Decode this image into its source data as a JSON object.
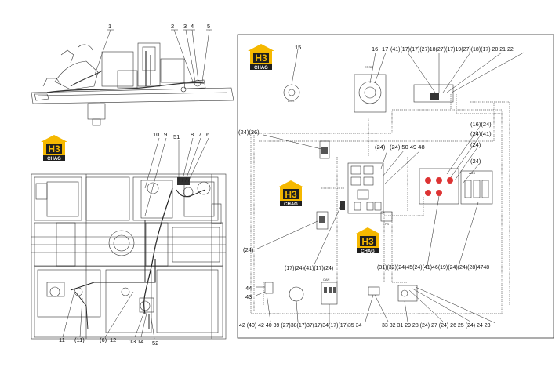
{
  "logo": {
    "letters": "H3",
    "text": "CHAG",
    "roof_color": "#f5b800",
    "bg_color": "#1f1f1f"
  },
  "left_top_labels": [
    "1",
    "2",
    "3",
    "4",
    "5"
  ],
  "left_bottom_labels": [
    "10",
    "9",
    "51",
    "8",
    "7",
    "6",
    "11",
    "(11)",
    "(6)",
    "12",
    "13",
    "14",
    "52"
  ],
  "right_labels": {
    "l15": "15",
    "l16": "16",
    "l17": "17",
    "top_group": "(41)(17)(17)(27)18(27)(17)19(27)(18)(17) 20 21 22",
    "l2436": "(24)(36)",
    "l24a": "(24)",
    "l24b": "(24) 50 49 48",
    "l1624": "(16)(24)",
    "l2441": "(24)(41)",
    "l24c": "(24)",
    "l24d": "(24)",
    "l24e": "(24)",
    "mid_group": "(17)(24)(41)(17)(24)",
    "mid_group2": "(31)(32)(24)45(24)(41)46(19)(24)(24)(28)4748",
    "l44": "44",
    "l43": "43",
    "bottom_group": "42 (40) 42 40 39 (27)38(17)37(17)34(17)(17)35 34",
    "bottom_group2": "33 32 31 29 28 (24) 27 (24) 26 25 (24) 24 23"
  },
  "legend_small": {
    "t1": "DSH",
    "t2": "EPSU",
    "t3": "EPS",
    "t4": "ABS",
    "t5": "CAN"
  }
}
